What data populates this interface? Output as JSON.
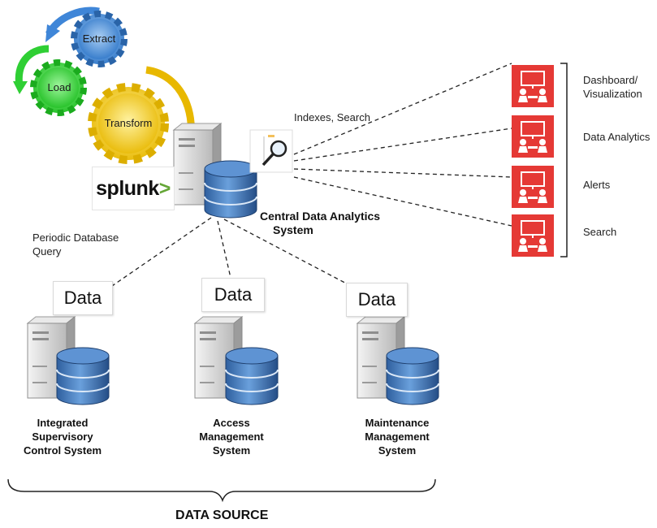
{
  "etl": {
    "extract": "Extract",
    "load": "Load",
    "transform": "Transform",
    "extract_color": "#3f86d8",
    "load_color": "#2fcf34",
    "transform_color": "#f2c713"
  },
  "splunk": {
    "text": "splunk",
    "chevron": ">"
  },
  "central": {
    "title_line1": "Central Data Analytics",
    "title_line2": "System",
    "indexes_label": "Indexes, Search",
    "query_label_line1": "Periodic Database",
    "query_label_line2": "Query"
  },
  "outputs": [
    {
      "label_line1": "Dashboard/",
      "label_line2": "Visualization",
      "icon": "meeting-presentation-icon"
    },
    {
      "label_line1": "Data Analytics",
      "label_line2": "",
      "icon": "meeting-presentation-icon"
    },
    {
      "label_line1": "Alerts",
      "label_line2": "",
      "icon": "meeting-presentation-icon"
    },
    {
      "label_line1": "Search",
      "label_line2": "",
      "icon": "meeting-presentation-icon"
    }
  ],
  "sources": [
    {
      "data_label": "Data",
      "line1": "Integrated",
      "line2": "Supervisory",
      "line3": "Control System"
    },
    {
      "data_label": "Data",
      "line1": "Access",
      "line2": "Management",
      "line3": "System"
    },
    {
      "data_label": "Data",
      "line1": "Maintenance",
      "line2": "Management",
      "line3": "System"
    }
  ],
  "footer": {
    "data_source": "DATA SOURCE"
  },
  "colors": {
    "output_icon_bg": "#e53935",
    "db_blue": "#3a6fb0",
    "server_gray": "#d4d4d4"
  }
}
